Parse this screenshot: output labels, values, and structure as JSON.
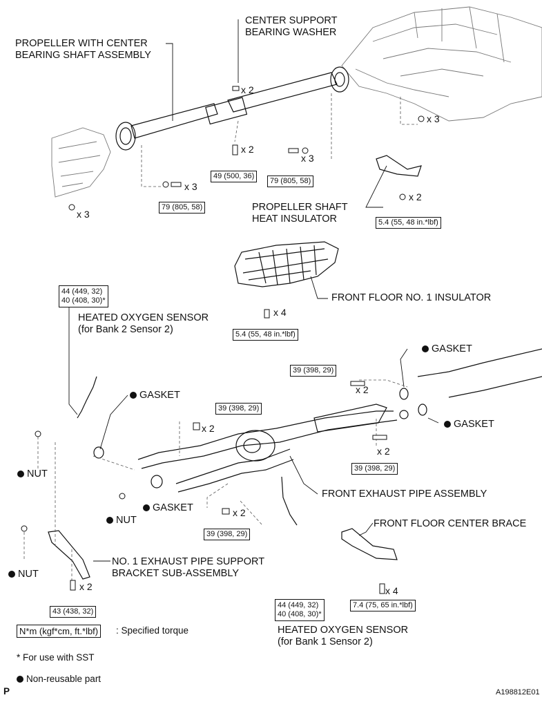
{
  "labels": {
    "center_support_washer": "CENTER SUPPORT\nBEARING WASHER",
    "propeller_shaft": "PROPELLER WITH CENTER\nBEARING SHAFT ASSEMBLY",
    "heat_insulator": "PROPELLER SHAFT\nHEAT INSULATOR",
    "front_floor_insulator": "FRONT FLOOR NO. 1 INSULATOR",
    "oxygen_sensor_bank2": "HEATED OXYGEN SENSOR\n(for Bank 2 Sensor 2)",
    "gasket_upper_right": "GASKET",
    "gasket_left": "GASKET",
    "gasket_right": "GASKET",
    "gasket_lower": "GASKET",
    "nut_left": "NUT",
    "nut_middle": "NUT",
    "nut_lower": "NUT",
    "front_exhaust_pipe": "FRONT EXHAUST PIPE ASSEMBLY",
    "front_floor_brace": "FRONT FLOOR CENTER BRACE",
    "support_bracket": "NO. 1 EXHAUST PIPE SUPPORT\nBRACKET SUB-ASSEMBLY",
    "oxygen_sensor_bank1": "HEATED OXYGEN SENSOR\n(for Bank 1 Sensor 2)"
  },
  "torques": {
    "center_bearing": "49 (500, 36)",
    "rear_flange": "79 (805, 58)",
    "front_flange": "79 (805, 58)",
    "heat_insulator": "5.4 (55, 48 in.*lbf)",
    "floor_insulator": "5.4 (55, 48 in.*lbf)",
    "o2_bank2_line1": "44 (449, 32)",
    "o2_bank2_line2": "40 (408, 30)*",
    "pipe_upper_right": "39 (398, 29)",
    "pipe_upper_mid": "39 (398, 29)",
    "pipe_right": "39 (398, 29)",
    "pipe_lower": "39 (398, 29)",
    "bracket": "43 (438, 32)",
    "o2_bank1_line1": "44 (449, 32)",
    "o2_bank1_line2": "40 (408, 30)*",
    "brace": "7.4 (75, 65 in.*lbf)"
  },
  "quantities": {
    "washer": "x 2",
    "center_bolts": "x 2",
    "rear_flange_bolts": "x 3",
    "rear_nuts": "x 3",
    "front_flange_bolts": "x 3",
    "front_nuts": "x 3",
    "insulator_nuts": "x 2",
    "floor_bolts": "x 4",
    "upper_right_bolts": "x 2",
    "upper_mid_bolts": "x 2",
    "right_bolts": "x 2",
    "lower_bolts": "x 2",
    "bracket_bolts": "x 2",
    "brace_bolts": "x 4"
  },
  "legend": {
    "torque_unit": "N*m (kgf*cm, ft.*lbf)",
    "torque_text": ": Specified torque",
    "sst_note": "* For use with SST",
    "non_reusable": "Non-reusable part"
  },
  "corner": {
    "page_letter": "P",
    "figure_id": "A198812E01"
  }
}
